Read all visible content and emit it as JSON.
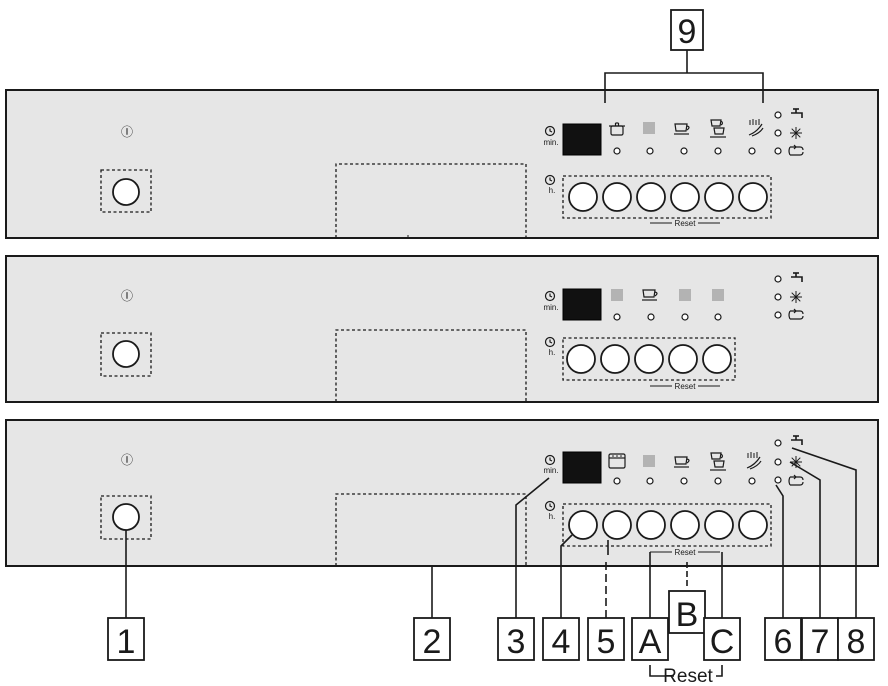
{
  "labels": {
    "one": "1",
    "two": "2",
    "three": "3",
    "four": "4",
    "five": "5",
    "six": "6",
    "seven": "7",
    "eight": "8",
    "nine": "9",
    "a": "A",
    "b": "B",
    "c": "C"
  },
  "texts": {
    "power_symbol": "Ⓘ",
    "min_unit": "min.",
    "hour_unit": "h.",
    "reset": "Reset"
  },
  "panels": [
    {
      "id": "panel-top",
      "buttons": 6,
      "program_icons": [
        "square-icon",
        "pot-icon",
        "cup-icon",
        "cups-icon",
        "rinse-icon"
      ]
    },
    {
      "id": "panel-middle",
      "buttons": 5
    },
    {
      "id": "panel-bottom",
      "buttons": 6
    }
  ],
  "indicator_icons": [
    "tap-icon",
    "sun-icon",
    "refill-icon"
  ],
  "colors": {
    "panel": "#e6e6e6",
    "display": "#111111",
    "outline": "#1a1a1a"
  }
}
